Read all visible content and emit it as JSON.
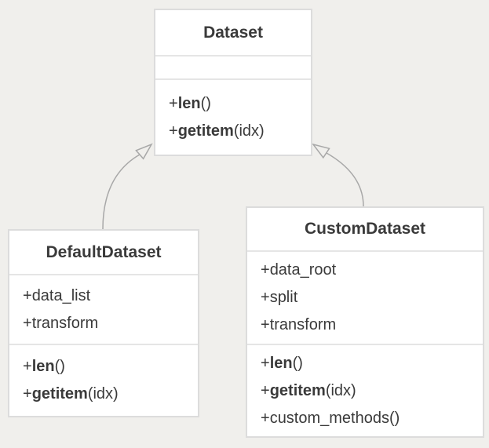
{
  "diagram": {
    "type": "uml-class-diagram",
    "colors": {
      "background": "#f0efec",
      "box_fill": "#ffffff",
      "box_border": "#dcdcdc",
      "divider": "#e5e5e5",
      "arrow": "#a8a8a8",
      "text": "#3a3a3a"
    },
    "classes": [
      {
        "name": "Dataset",
        "attributes": [],
        "methods": [
          {
            "plus": "+",
            "bold": "len",
            "rest": "()"
          },
          {
            "plus": "+",
            "bold": "getitem",
            "rest": "(idx)"
          }
        ]
      },
      {
        "name": "DefaultDataset",
        "attributes": [
          {
            "plus": "+",
            "bold": "",
            "rest": "data_list"
          },
          {
            "plus": "+",
            "bold": "",
            "rest": "transform"
          }
        ],
        "methods": [
          {
            "plus": "+",
            "bold": "len",
            "rest": "()"
          },
          {
            "plus": "+",
            "bold": "getitem",
            "rest": "(idx)"
          }
        ]
      },
      {
        "name": "CustomDataset",
        "attributes": [
          {
            "plus": "+",
            "bold": "",
            "rest": "data_root"
          },
          {
            "plus": "+",
            "bold": "",
            "rest": "split"
          },
          {
            "plus": "+",
            "bold": "",
            "rest": "transform"
          }
        ],
        "methods": [
          {
            "plus": "+",
            "bold": "len",
            "rest": "()"
          },
          {
            "plus": "+",
            "bold": "getitem",
            "rest": "(idx)"
          },
          {
            "plus": "+",
            "bold": "",
            "rest": "custom_methods()"
          }
        ]
      }
    ],
    "relationships": [
      {
        "from": "DefaultDataset",
        "to": "Dataset",
        "type": "inheritance"
      },
      {
        "from": "CustomDataset",
        "to": "Dataset",
        "type": "inheritance"
      }
    ]
  }
}
